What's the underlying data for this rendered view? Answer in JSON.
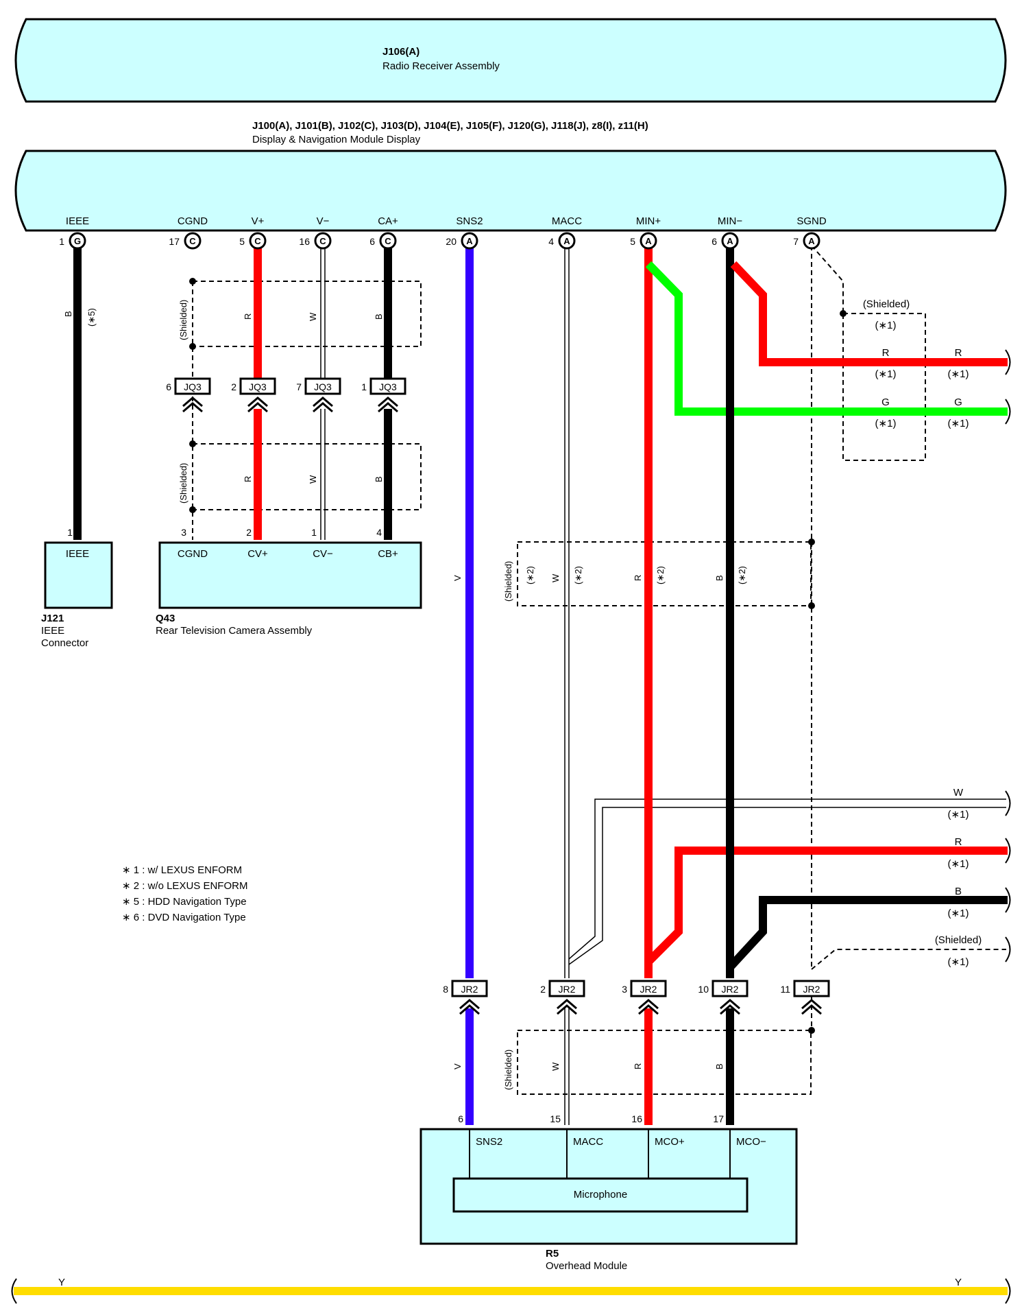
{
  "radio": {
    "code": "J106(A)",
    "name": "Radio Receiver Assembly"
  },
  "display": {
    "codes": "J100(A), J101(B), J102(C), J103(D), J104(E), J105(F), J120(G), J118(J), z8(I), z11(H)",
    "name": "Display & Navigation Module Display",
    "terminals": [
      {
        "name": "IEEE",
        "pin": "1",
        "conn": "G"
      },
      {
        "name": "CGND",
        "pin": "17",
        "conn": "C"
      },
      {
        "name": "V+",
        "pin": "5",
        "conn": "C"
      },
      {
        "name": "V−",
        "pin": "16",
        "conn": "C"
      },
      {
        "name": "CA+",
        "pin": "6",
        "conn": "C"
      },
      {
        "name": "SNS2",
        "pin": "20",
        "conn": "A"
      },
      {
        "name": "MACC",
        "pin": "4",
        "conn": "A"
      },
      {
        "name": "MIN+",
        "pin": "5",
        "conn": "A"
      },
      {
        "name": "MIN−",
        "pin": "6",
        "conn": "A"
      },
      {
        "name": "SGND",
        "pin": "7",
        "conn": "A"
      }
    ]
  },
  "wire_colors": {
    "B": "B",
    "R": "R",
    "W": "W",
    "V": "V",
    "G": "G",
    "Y": "Y"
  },
  "notes_marks": {
    "n1": "(∗1)",
    "n2": "(∗2)",
    "n5": "(∗5)"
  },
  "shielded": "(Shielded)",
  "jq3": {
    "name": "JQ3",
    "pins": [
      "6",
      "2",
      "7",
      "1"
    ]
  },
  "jr2": {
    "name": "JR2",
    "pins": [
      "8",
      "2",
      "3",
      "10",
      "11"
    ]
  },
  "j121": {
    "code": "J121",
    "name_line1": "IEEE",
    "name_line2": "Connector",
    "terminal": "IEEE",
    "pin": "1"
  },
  "q43": {
    "code": "Q43",
    "name": "Rear Television Camera Assembly",
    "terminals": [
      {
        "name": "CGND",
        "pin": "3"
      },
      {
        "name": "CV+",
        "pin": "2"
      },
      {
        "name": "CV−",
        "pin": "1"
      },
      {
        "name": "CB+",
        "pin": "4"
      }
    ]
  },
  "r5": {
    "code": "R5",
    "name": "Overhead Module",
    "terminals": [
      {
        "name": "SNS2",
        "pin": "6"
      },
      {
        "name": "MACC",
        "pin": "15"
      },
      {
        "name": "MCO+",
        "pin": "16"
      },
      {
        "name": "MCO−",
        "pin": "17"
      }
    ],
    "inner": "Microphone"
  },
  "notes": [
    "∗ 1 : w/ LEXUS ENFORM",
    "∗ 2 : w/o LEXUS ENFORM",
    "∗ 5 : HDD Navigation Type",
    "∗ 6 : DVD Navigation Type"
  ],
  "colors": {
    "box_fill": "#ccffff",
    "red": "#ff0000",
    "green": "#00ff00",
    "black": "#000000",
    "violet": "#3300ff",
    "yellow": "#ffdd00"
  }
}
